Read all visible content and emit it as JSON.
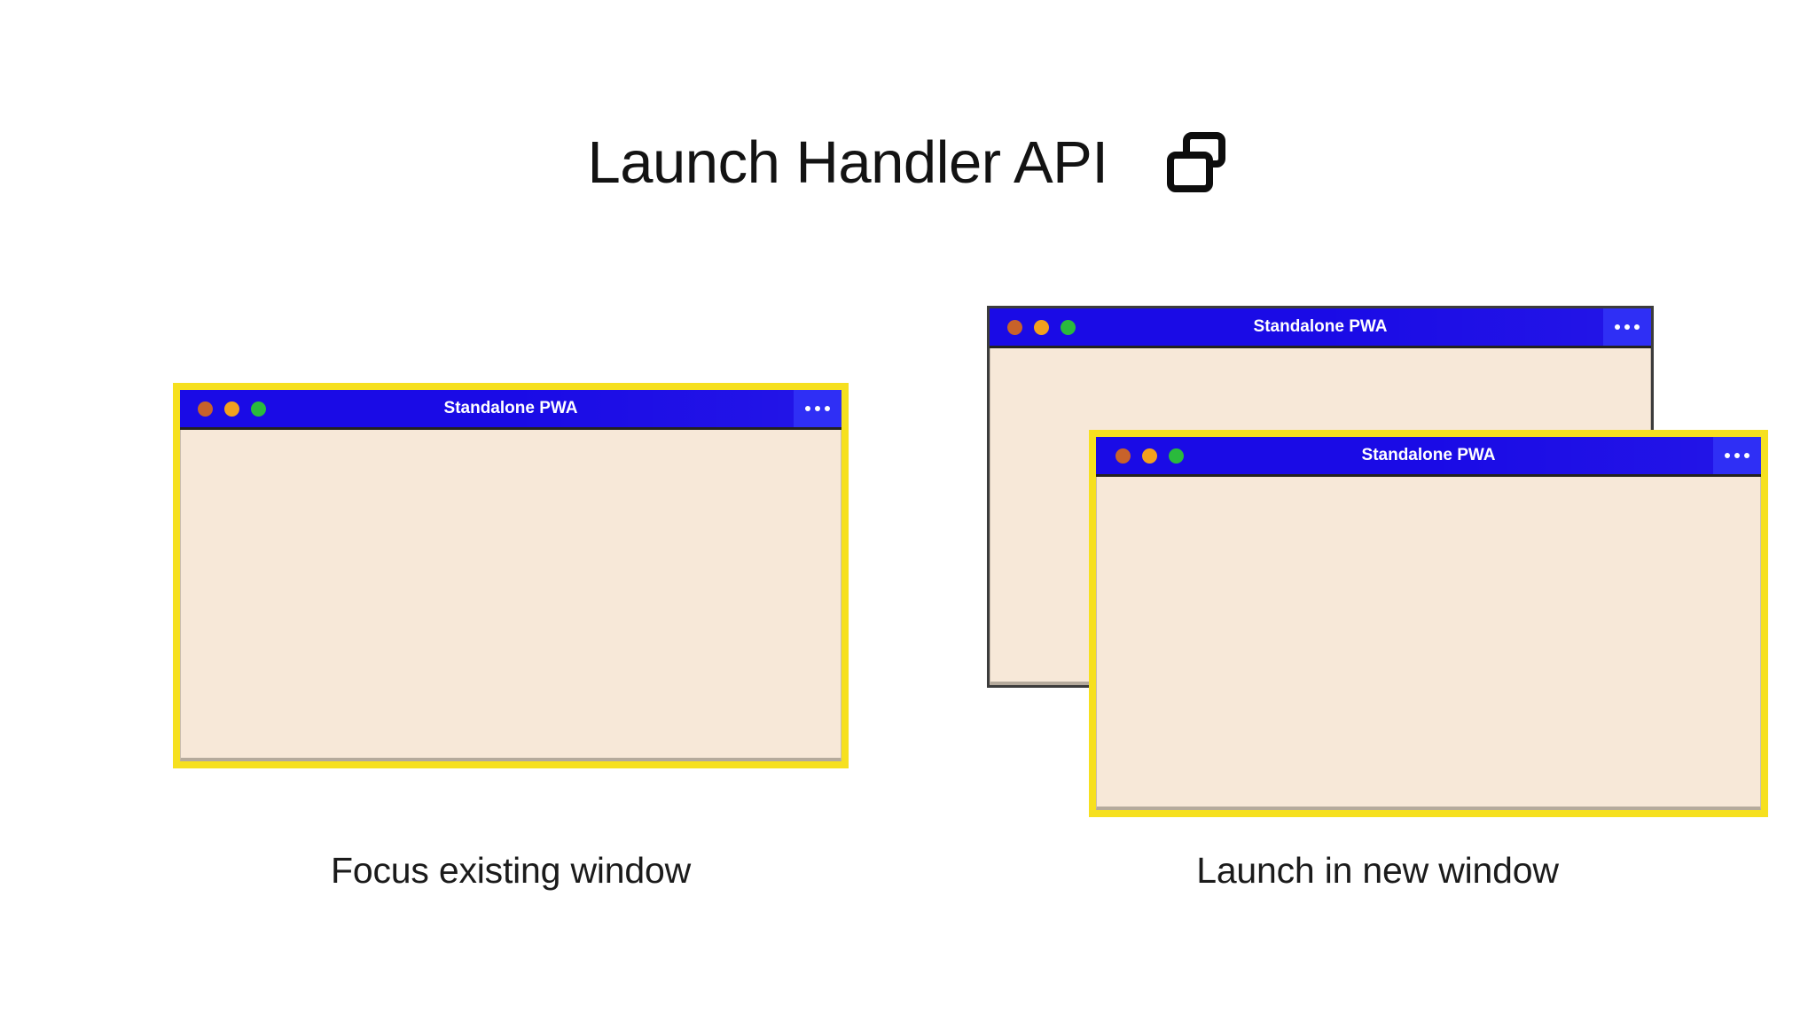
{
  "header": {
    "title": "Launch Handler API",
    "icon": "multi-window-icon"
  },
  "colors": {
    "background": "#ffffff",
    "titlebar_blue": "#1a0be6",
    "menu_blue": "#2f2ff5",
    "window_body": "#f7e8d8",
    "highlight_border": "#f6e01f",
    "plain_border": "#3c3c3c",
    "dot_close": "#c8622a",
    "dot_minimize": "#f2a01e",
    "dot_maximize": "#2aba3c",
    "text_dark": "#131313",
    "title_text": "#ffffff"
  },
  "scenarios": [
    {
      "id": "focus-existing-window",
      "caption": "Focus existing window",
      "windows": [
        {
          "id": "win-focus",
          "title": "Standalone PWA",
          "focused": true,
          "menu_label": "•••",
          "traffic_lights": [
            "close",
            "minimize",
            "maximize"
          ]
        }
      ]
    },
    {
      "id": "launch-in-new-window",
      "caption": "Launch in new window",
      "windows": [
        {
          "id": "win-back",
          "title": "Standalone PWA",
          "focused": false,
          "menu_label": "•••",
          "traffic_lights": [
            "close",
            "minimize",
            "maximize"
          ]
        },
        {
          "id": "win-front",
          "title": "Standalone PWA",
          "focused": true,
          "menu_label": "•••",
          "traffic_lights": [
            "close",
            "minimize",
            "maximize"
          ]
        }
      ]
    }
  ]
}
